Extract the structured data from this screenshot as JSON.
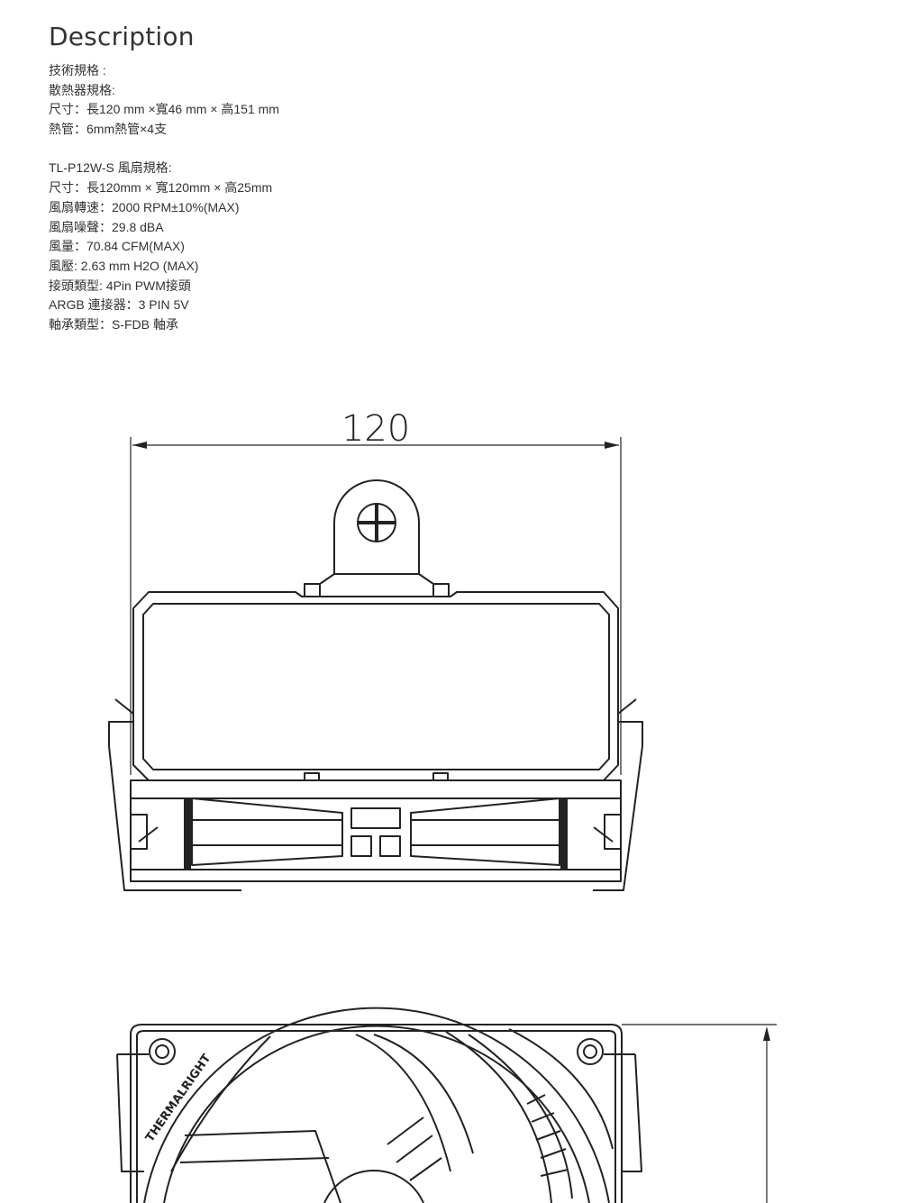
{
  "page": {
    "title": "Description"
  },
  "specs": {
    "heatsink": [
      "技術規格 :",
      "散熱器規格:",
      "尺寸：長120 mm ×寬46 mm × 高151 mm",
      "熱管：6mm熱管×4支"
    ],
    "fan": [
      "TL-P12W-S 風扇規格:",
      "尺寸：長120mm × 寬120mm × 高25mm",
      "風扇轉速：2000 RPM±10%(MAX)",
      "風扇噪聲：29.8 dBA",
      "風量：70.84 CFM(MAX)",
      "風壓: 2.63 mm H2O (MAX)",
      "接頭類型: 4Pin PWM接頭",
      "ARGB 連接器：3 PIN 5V",
      "軸承類型：S-FDB 軸承"
    ]
  },
  "drawing": {
    "width_dimension": "120",
    "brand_text": "THERMALRIGHT",
    "line_color": "#222222"
  }
}
